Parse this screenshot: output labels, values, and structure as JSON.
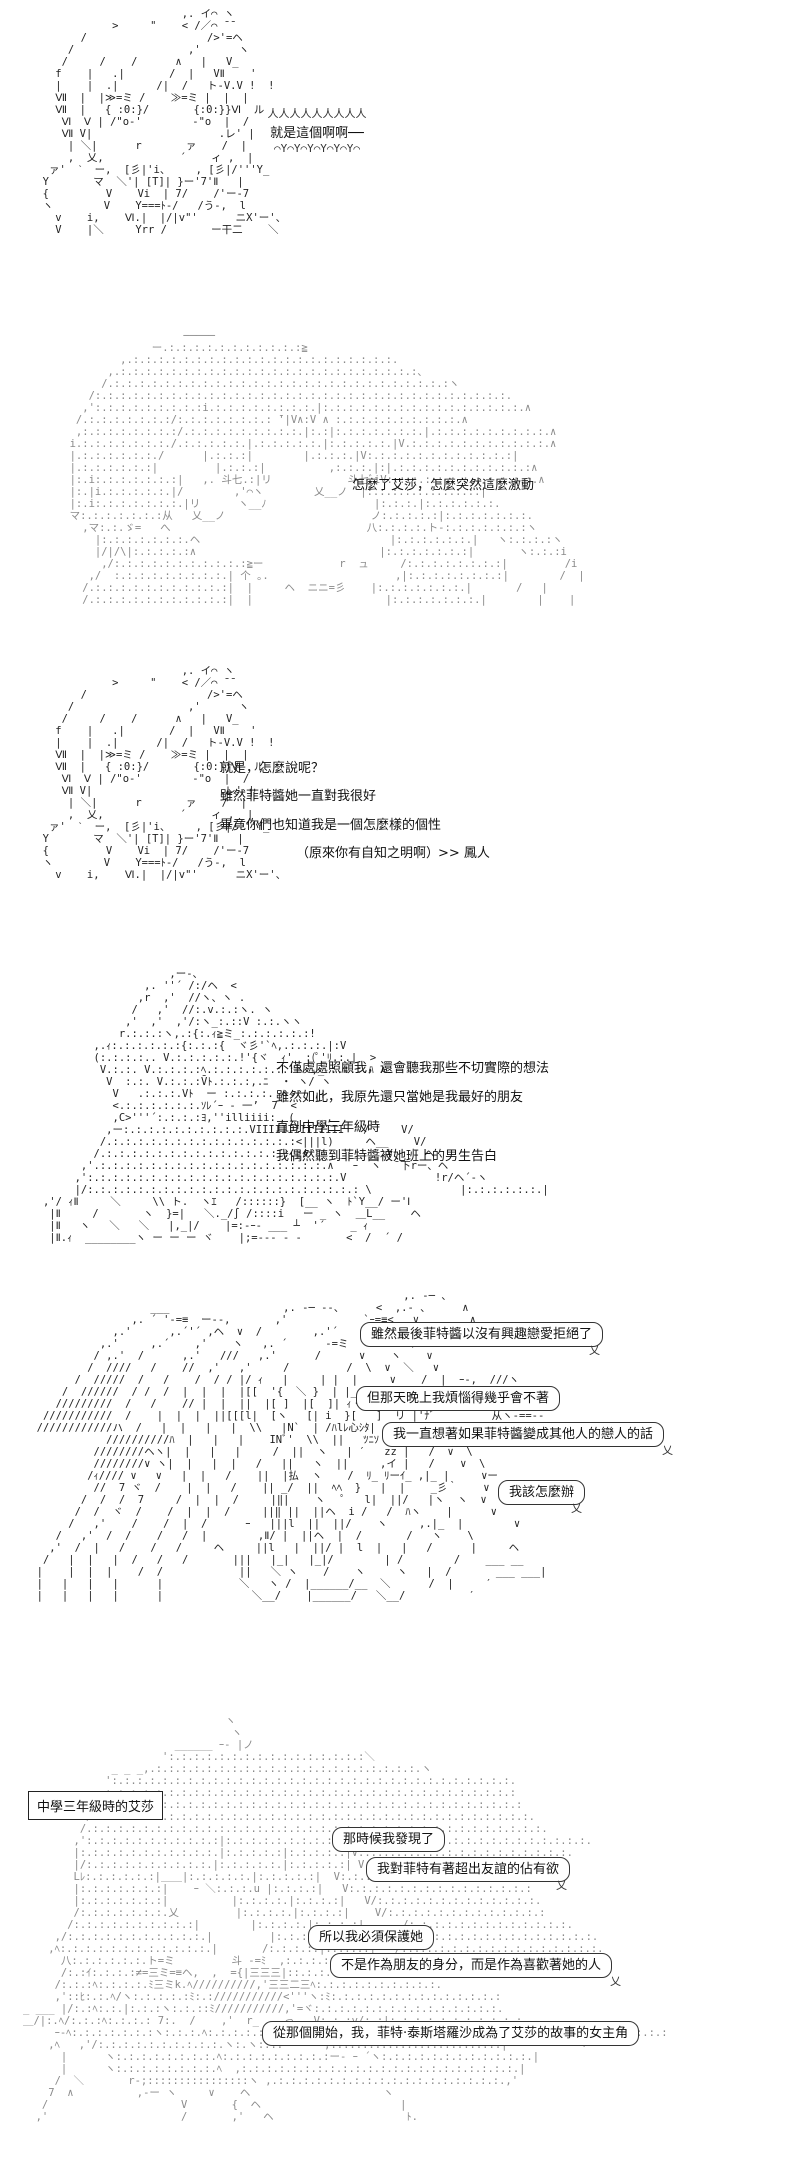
{
  "panels": [
    {
      "id": "panel1",
      "shout": "就是這個啊啊──",
      "shout_top": "人人人人人人人人人",
      "shout_bottom": "⌒Y⌒Y⌒Y⌒Y⌒Y⌒Y⌒"
    },
    {
      "id": "panel2",
      "lines": [
        "怎麼了艾莎，怎麼突然這麼激動"
      ]
    },
    {
      "id": "panel3",
      "lines": [
        "就是，怎麼說呢？",
        "雖然菲特醬她一直對我很好",
        "畢竟你們也知道我是一個怎麼樣的個性",
        "（原來你有自知之明啊）",
        ">> 鳳人"
      ]
    },
    {
      "id": "panel4",
      "lines": [
        "不僅處處照顧我，還會聽我那些不切實際的想法",
        "雖然如此，我原先還只當她是我最好的朋友",
        "直到中學三年級時",
        "我偶然聽到菲特醬被她班上的男生告白"
      ]
    },
    {
      "id": "panel5",
      "bubbles": [
        "雖然最後菲特醬以沒有興趣戀愛拒絕了",
        "但那天晚上我煩惱得幾乎會不著",
        "我一直想著如果菲特醬變成其他人的戀人的話",
        "我該怎麼辦"
      ]
    },
    {
      "id": "panel6",
      "caption": "中學三年級時的艾莎",
      "bubbles": [
        "那時候我發現了",
        "我對菲特有著超出友誼的佔有欲",
        "所以我必須保護她",
        "不是作為朋友的身分，而是作為喜歡著她的人",
        "從那個開始，我，菲特·泰斯塔羅沙成為了艾莎的故事的女主角"
      ]
    }
  ]
}
